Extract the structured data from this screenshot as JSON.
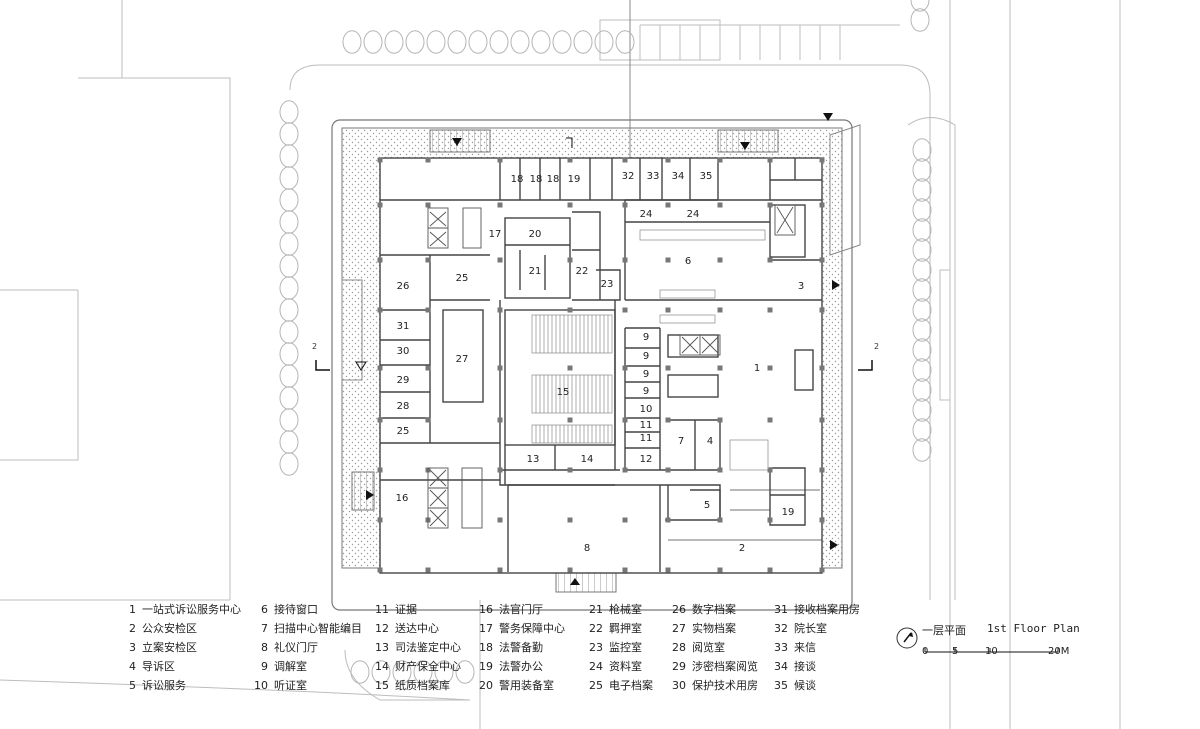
{
  "plan": {
    "title_cn": "一层平面",
    "title_en": "1st Floor Plan",
    "scale_labels": [
      "0",
      "5",
      "10",
      "20M"
    ],
    "section_mark": "2",
    "rooms": [
      {
        "id": "r1",
        "label": "1"
      },
      {
        "id": "r2",
        "label": "2"
      },
      {
        "id": "r3",
        "label": "3"
      },
      {
        "id": "r4",
        "label": "4"
      },
      {
        "id": "r5",
        "label": "5"
      },
      {
        "id": "r6",
        "label": "6"
      },
      {
        "id": "r7",
        "label": "7"
      },
      {
        "id": "r8",
        "label": "8"
      },
      {
        "id": "r9a",
        "label": "9"
      },
      {
        "id": "r9b",
        "label": "9"
      },
      {
        "id": "r9c",
        "label": "9"
      },
      {
        "id": "r9d",
        "label": "9"
      },
      {
        "id": "r10",
        "label": "10"
      },
      {
        "id": "r11a",
        "label": "11"
      },
      {
        "id": "r11b",
        "label": "11"
      },
      {
        "id": "r12",
        "label": "12"
      },
      {
        "id": "r13",
        "label": "13"
      },
      {
        "id": "r14",
        "label": "14"
      },
      {
        "id": "r15",
        "label": "15"
      },
      {
        "id": "r16",
        "label": "16"
      },
      {
        "id": "r17",
        "label": "17"
      },
      {
        "id": "r18a",
        "label": "18"
      },
      {
        "id": "r18b",
        "label": "18"
      },
      {
        "id": "r18c",
        "label": "18"
      },
      {
        "id": "r19a",
        "label": "19"
      },
      {
        "id": "r19b",
        "label": "19"
      },
      {
        "id": "r20",
        "label": "20"
      },
      {
        "id": "r21",
        "label": "21"
      },
      {
        "id": "r22",
        "label": "22"
      },
      {
        "id": "r23",
        "label": "23"
      },
      {
        "id": "r24a",
        "label": "24"
      },
      {
        "id": "r24b",
        "label": "24"
      },
      {
        "id": "r25a",
        "label": "25"
      },
      {
        "id": "r25b",
        "label": "25"
      },
      {
        "id": "r26",
        "label": "26"
      },
      {
        "id": "r27",
        "label": "27"
      },
      {
        "id": "r28",
        "label": "28"
      },
      {
        "id": "r29",
        "label": "29"
      },
      {
        "id": "r30",
        "label": "30"
      },
      {
        "id": "r31",
        "label": "31"
      },
      {
        "id": "r32",
        "label": "32"
      },
      {
        "id": "r33",
        "label": "33"
      },
      {
        "id": "r34",
        "label": "34"
      },
      {
        "id": "r35",
        "label": "35"
      }
    ]
  },
  "legend": [
    {
      "num": "1",
      "name": "一站式诉讼服务中心"
    },
    {
      "num": "2",
      "name": "公众安检区"
    },
    {
      "num": "3",
      "name": "立案安检区"
    },
    {
      "num": "4",
      "name": "导诉区"
    },
    {
      "num": "5",
      "name": "诉讼服务"
    },
    {
      "num": "6",
      "name": "接待窗口"
    },
    {
      "num": "7",
      "name": "扫描中心智能编目"
    },
    {
      "num": "8",
      "name": "礼仪门厅"
    },
    {
      "num": "9",
      "name": "调解室"
    },
    {
      "num": "10",
      "name": "听证室"
    },
    {
      "num": "11",
      "name": "证据"
    },
    {
      "num": "12",
      "name": "送达中心"
    },
    {
      "num": "13",
      "name": "司法鉴定中心"
    },
    {
      "num": "14",
      "name": "财产保全中心"
    },
    {
      "num": "15",
      "name": "纸质档案库"
    },
    {
      "num": "16",
      "name": "法官门厅"
    },
    {
      "num": "17",
      "name": "警务保障中心"
    },
    {
      "num": "18",
      "name": "法警备勤"
    },
    {
      "num": "19",
      "name": "法警办公"
    },
    {
      "num": "20",
      "name": "警用装备室"
    },
    {
      "num": "21",
      "name": "枪械室"
    },
    {
      "num": "22",
      "name": "羁押室"
    },
    {
      "num": "23",
      "name": "监控室"
    },
    {
      "num": "24",
      "name": "资料室"
    },
    {
      "num": "25",
      "name": "电子档案"
    },
    {
      "num": "26",
      "name": "数字档案"
    },
    {
      "num": "27",
      "name": "实物档案"
    },
    {
      "num": "28",
      "name": "阅览室"
    },
    {
      "num": "29",
      "name": "涉密档案阅览"
    },
    {
      "num": "30",
      "name": "保护技术用房"
    },
    {
      "num": "31",
      "name": "接收档案用房"
    },
    {
      "num": "32",
      "name": "院长室"
    },
    {
      "num": "33",
      "name": "来信"
    },
    {
      "num": "34",
      "name": "接谈"
    },
    {
      "num": "35",
      "name": "候谈"
    }
  ]
}
